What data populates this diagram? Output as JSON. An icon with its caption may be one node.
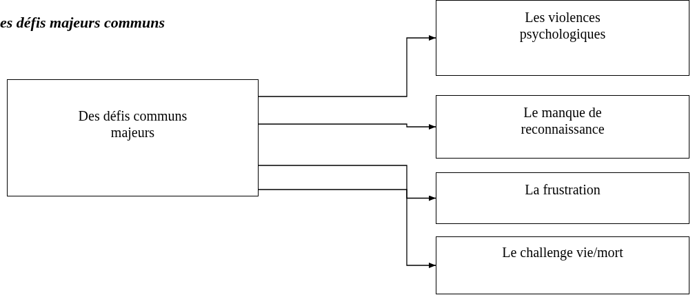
{
  "diagram": {
    "title": "es défis majeurs communs",
    "nodes": [
      {
        "text": [
          "Des défis communs majeurs"
        ]
      },
      {
        "text": [
          "Les violences psychologiques"
        ]
      },
      {
        "text": [
          "Le manque de reconnaissance"
        ]
      },
      {
        "text": [
          "La frustration"
        ]
      },
      {
        "text": [
          "Le challenge vie/mort"
        ]
      }
    ],
    "edges": [
      {
        "from": 0,
        "to": 1,
        "arrow": "to"
      },
      {
        "from": 0,
        "to": 2,
        "arrow": "to"
      },
      {
        "from": 0,
        "to": 3,
        "arrow": "to"
      },
      {
        "from": 0,
        "to": 4,
        "arrow": "to"
      }
    ]
  }
}
